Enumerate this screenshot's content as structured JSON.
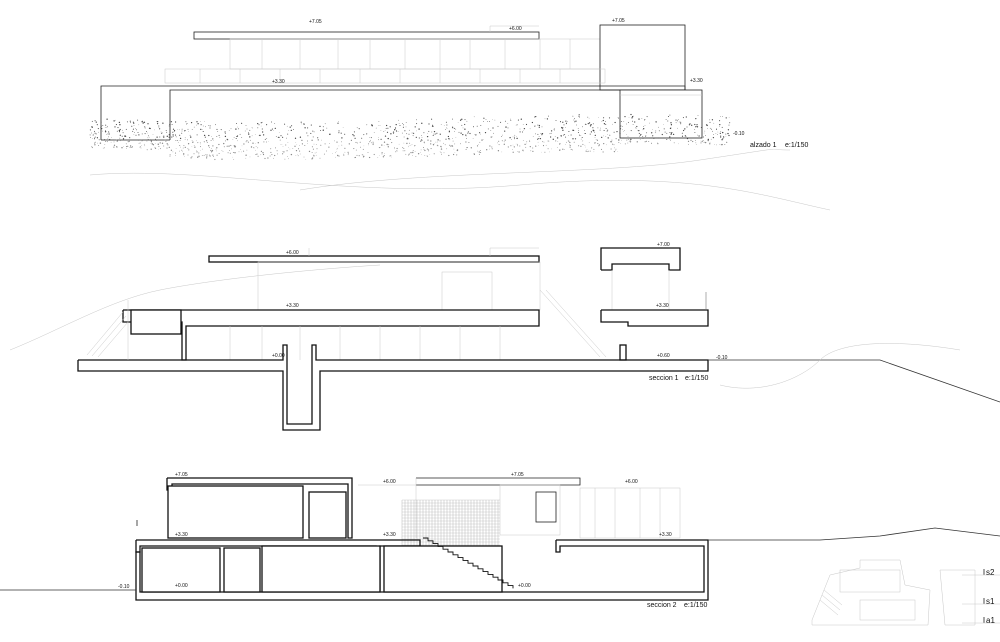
{
  "drawings": {
    "elevation_1": {
      "title": "alzado 1",
      "scale": "e:1/150",
      "levels": [
        "+7.05",
        "+6.00",
        "+7.05",
        "+3.30",
        "+3.30",
        "-0.10"
      ]
    },
    "section_1": {
      "title": "seccion 1",
      "scale": "e:1/150",
      "levels": [
        "+6.00",
        "+7.00",
        "+3.30",
        "+3.30",
        "+0.00",
        "+0.60",
        "-0.10"
      ]
    },
    "section_2": {
      "title": "seccion 2",
      "scale": "e:1/150",
      "levels": [
        "+7.05",
        "+6.00",
        "+7.05",
        "+6.00",
        "+3.30",
        "+3.30",
        "+3.30",
        "+0.00",
        "+0.00",
        "-0.10"
      ]
    }
  },
  "key_plan": {
    "labels": [
      "s2",
      "s1",
      "a1"
    ]
  },
  "colors": {
    "line": "#111111",
    "light_line": "#c8c8c8",
    "hatch": "#9a9a9a",
    "background": "#ffffff"
  }
}
